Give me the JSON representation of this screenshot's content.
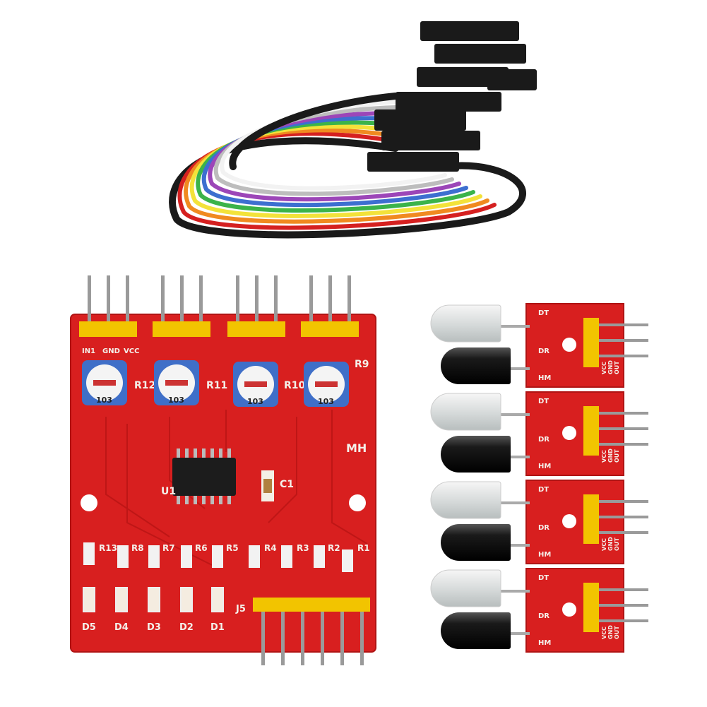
{
  "main_board": {
    "pots": [
      {
        "label": "R12",
        "marking": "103"
      },
      {
        "label": "R11",
        "marking": "103"
      },
      {
        "label": "R10",
        "marking": "103"
      },
      {
        "label": "R9",
        "marking": "103"
      }
    ],
    "header_pins": [
      "IN1",
      "GND",
      "VCC"
    ],
    "chip_label": "U1",
    "cap_label": "C1",
    "brand": "MH",
    "resistors": [
      "R13",
      "R8",
      "R7",
      "R6",
      "R5",
      "R4",
      "R3",
      "R2",
      "R1"
    ],
    "leds": [
      "D5",
      "D4",
      "D3",
      "D2",
      "D1"
    ],
    "connector_label": "J5"
  },
  "sensor_boards": {
    "labels": [
      "DT",
      "DR",
      "HM"
    ],
    "pins": [
      "VCC",
      "GND",
      "OUT"
    ],
    "count": 4
  },
  "colors": {
    "pcb_red": "#d81f1f",
    "header_yellow": "#f2c400",
    "pot_blue": "#3f6fc8",
    "cable_black": "#1a1a1a"
  }
}
